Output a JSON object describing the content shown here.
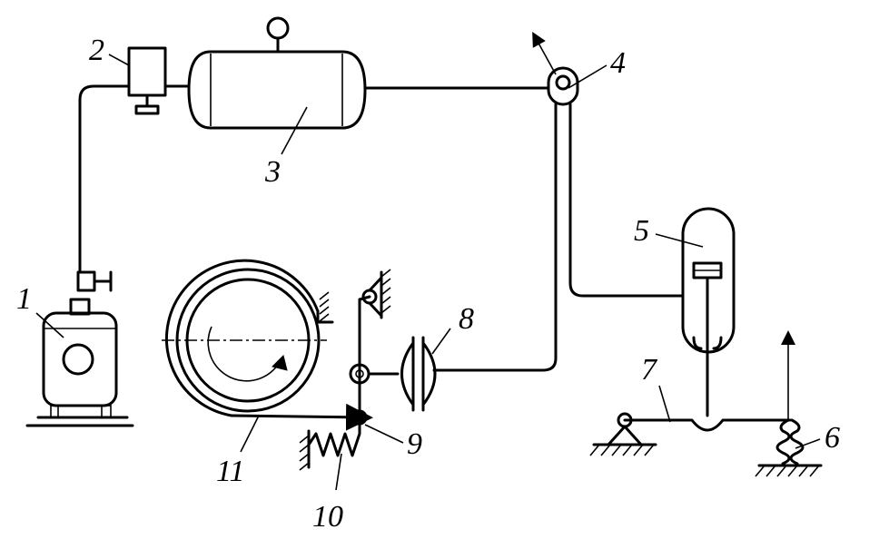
{
  "colors": {
    "ink": "#000000",
    "background": "#ffffff"
  },
  "labels": {
    "n1": "1",
    "n2": "2",
    "n3": "3",
    "n4": "4",
    "n5": "5",
    "n6": "6",
    "n7": "7",
    "n8": "8",
    "n9": "9",
    "n10": "10",
    "n11": "11"
  }
}
